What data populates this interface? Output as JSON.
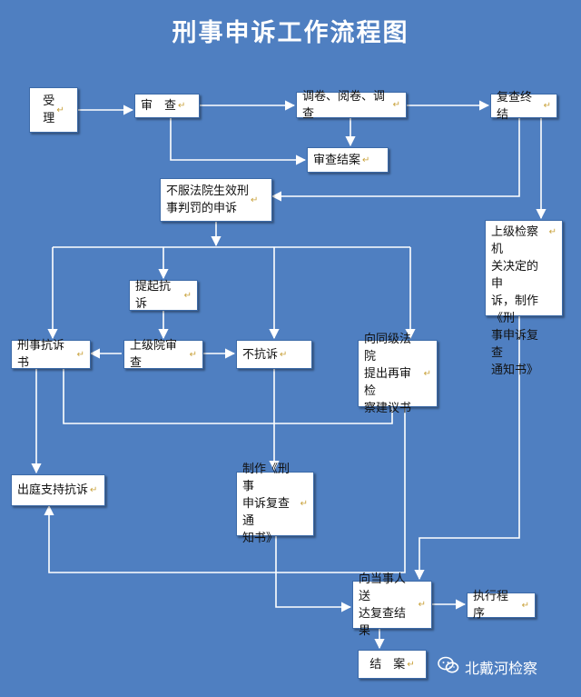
{
  "title": "刑事申诉工作流程图",
  "nodes": {
    "accept": "受\n理",
    "review": "审　查",
    "investigate": "调卷、阅卷、调查",
    "review_result": "审查结案",
    "recheck_conclusion": "复查终结",
    "dissatisfied": "不服法院生效刑\n事判罚的申诉",
    "superior_decision": "上级检察机\n关决定的申\n诉，制作《刑\n事申诉复查\n通知书》",
    "file_protest_proposal": "提起抗诉",
    "protest_document": "刑事抗诉书",
    "superior_court_review": "上级院审查",
    "no_protest": "不抗诉",
    "same_level_court": "向同级法院\n提出再审检\n察建议书",
    "support_in_court": "出庭支持抗诉",
    "make_notice": "制作《刑事\n申诉复查通\n知书》",
    "deliver_result": "向当事人送\n达复查结果",
    "execute": "执行程序",
    "close_case": "结　案"
  },
  "watermark": "北戴河检察",
  "colors": {
    "background": "#4f7fc1",
    "box": "#ffffff",
    "line": "#ffffff",
    "mark": "#c9a23c"
  }
}
